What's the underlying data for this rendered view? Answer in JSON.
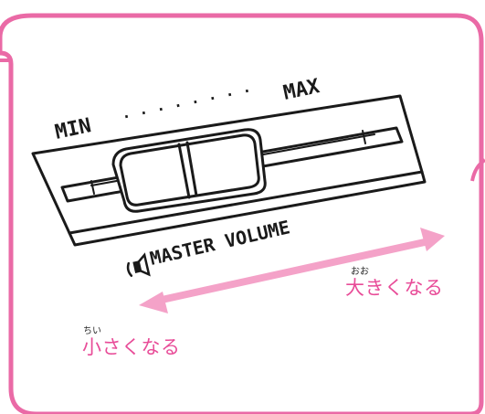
{
  "illustration": {
    "slider": {
      "min_label": "MIN",
      "dots": "· · · · · · · ·",
      "max_label": "MAX",
      "caption": "MASTER VOLUME",
      "speaker_icon": "speaker-icon",
      "level": 0.35
    },
    "arrow_icon": "double-arrow-icon"
  },
  "labels": {
    "increase": {
      "ruby": "おお",
      "text": "大きくなる"
    },
    "decrease": {
      "ruby": "ちい",
      "text": "小さくなる"
    }
  },
  "colors": {
    "frame": "#ea6aa6",
    "arrow": "#f4a2c8",
    "label_text": "#e84c98",
    "line_art": "#1a1a1a"
  }
}
